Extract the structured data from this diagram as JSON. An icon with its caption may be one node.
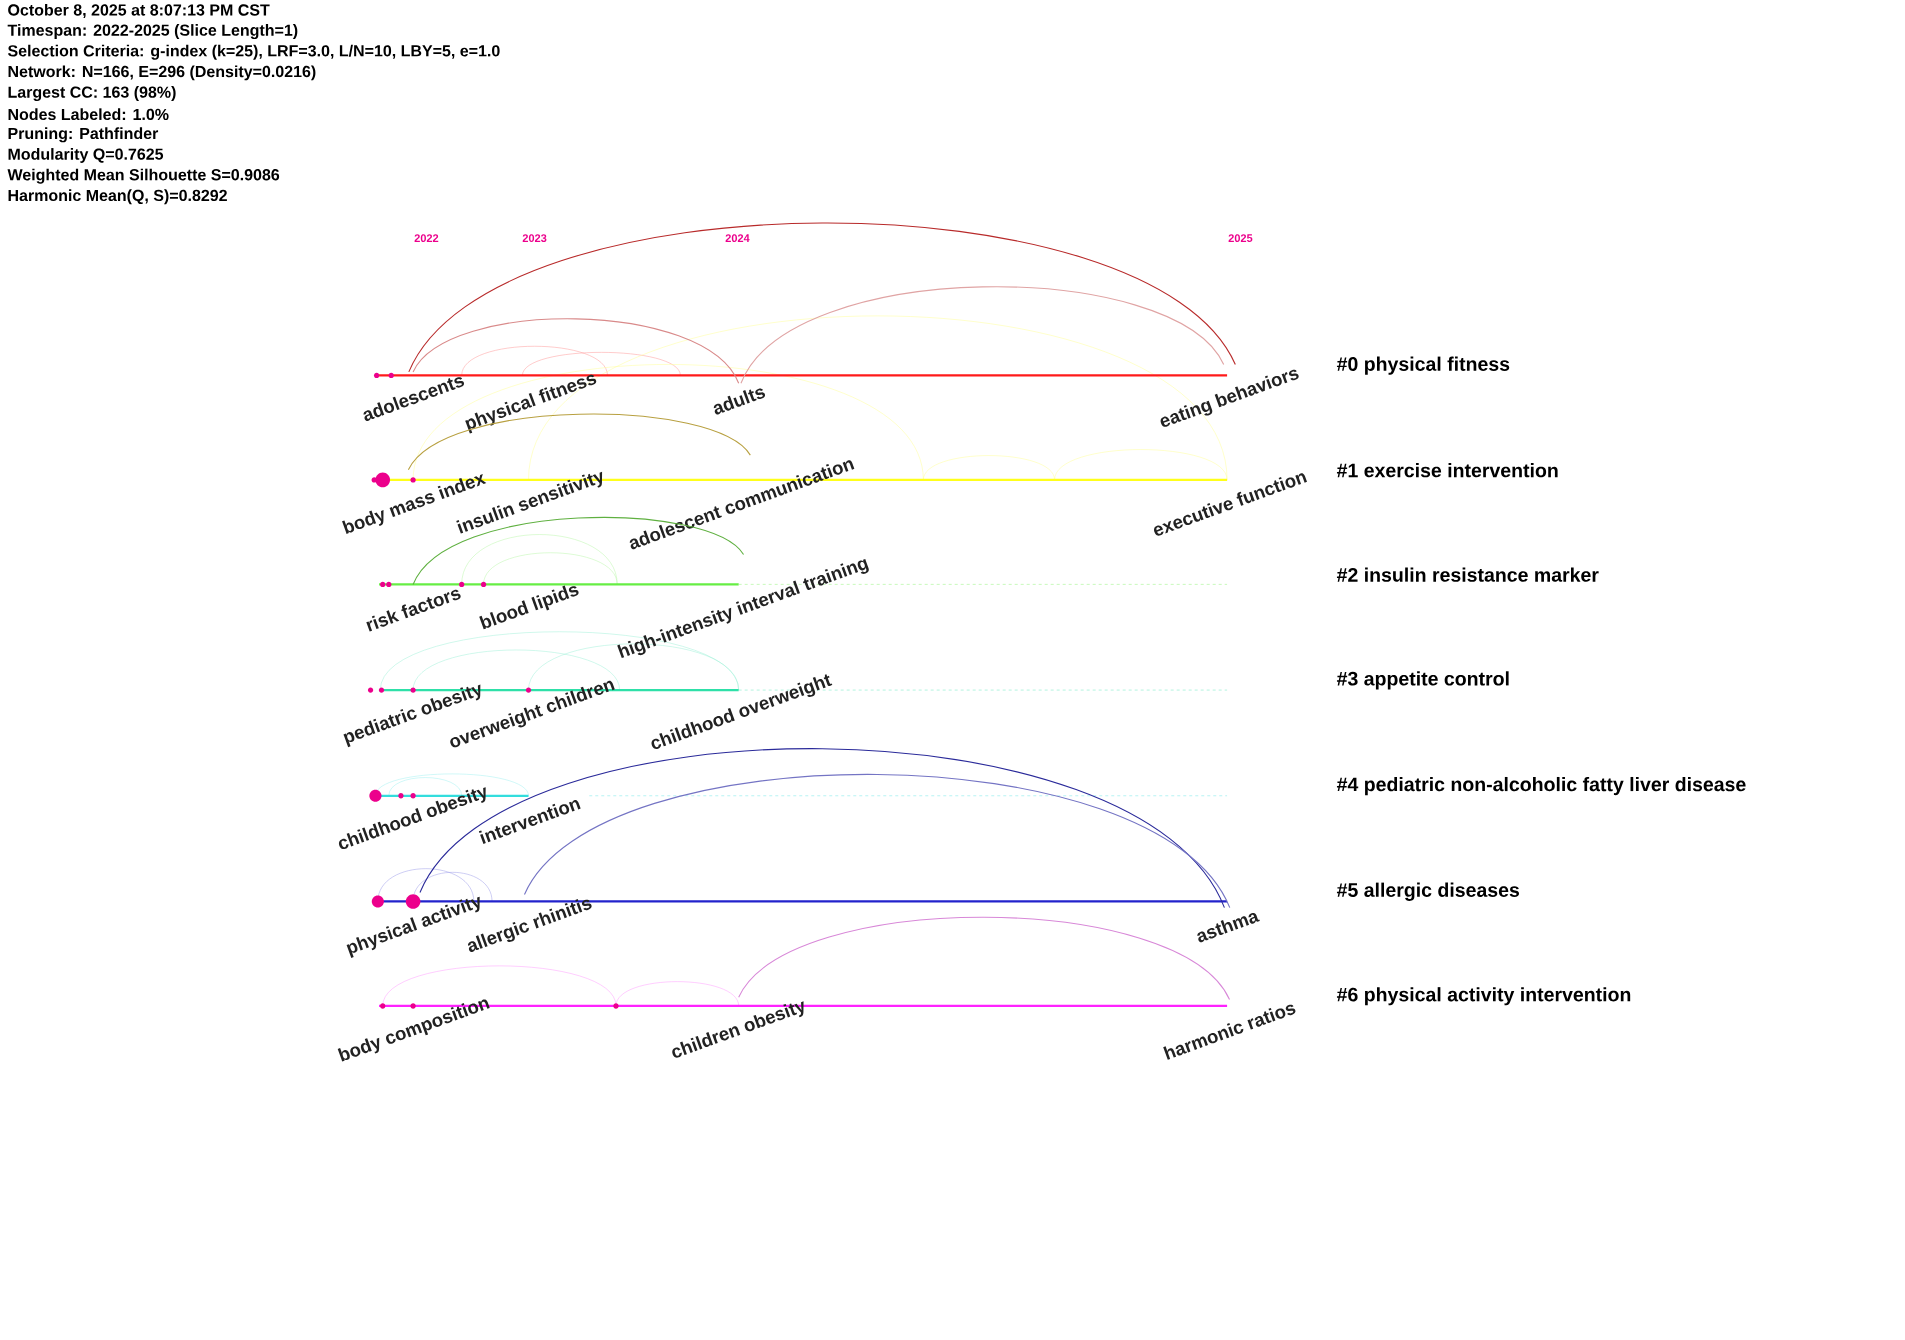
{
  "diagram": {
    "nodes": [
      {
        "text": [
          "adolescents"
        ]
      },
      {
        "text": [
          "physical fitness"
        ]
      },
      {
        "text": [
          "adults"
        ]
      },
      {
        "text": [
          "eating behaviors"
        ]
      },
      {
        "text": [
          "body mass index"
        ]
      },
      {
        "text": [
          "insulin sensitivity"
        ]
      },
      {
        "text": [
          "adolescent communication"
        ]
      },
      {
        "text": [
          "executive function"
        ]
      },
      {
        "text": [
          "risk factors"
        ]
      },
      {
        "text": [
          "blood lipids"
        ]
      },
      {
        "text": [
          "high-intensity interval training"
        ]
      },
      {
        "text": [
          "pediatric obesity"
        ]
      },
      {
        "text": [
          "overweight children"
        ]
      },
      {
        "text": [
          "childhood overweight"
        ]
      },
      {
        "text": [
          "childhood obesity"
        ]
      },
      {
        "text": [
          "intervention"
        ]
      },
      {
        "text": [
          "physical activity"
        ]
      },
      {
        "text": [
          "allergic rhinitis"
        ]
      },
      {
        "text": [
          "asthma"
        ]
      },
      {
        "text": [
          "body composition"
        ]
      },
      {
        "text": [
          "children obesity"
        ]
      },
      {
        "text": [
          "harmonic ratios"
        ]
      }
    ],
    "edges": [
      {
        "from": 0,
        "to": 3,
        "arrow": "none",
        "color": "#b82a2a"
      },
      {
        "from": 0,
        "to": 2,
        "arrow": "none",
        "color": "#d98a8a"
      },
      {
        "from": 2,
        "to": 3,
        "arrow": "none",
        "color": "#e0a4a4"
      },
      {
        "from": 4,
        "to": 6,
        "arrow": "none",
        "color": "#b8a040"
      },
      {
        "from": 8,
        "to": 10,
        "arrow": "none",
        "color": "#5fb040"
      },
      {
        "from": 16,
        "to": 18,
        "arrow": "none",
        "color": "#2a2a9a"
      },
      {
        "from": 17,
        "to": 18,
        "arrow": "none",
        "color": "#7474c4"
      },
      {
        "from": 20,
        "to": 21,
        "arrow": "none",
        "color": "#d888d8"
      }
    ],
    "labels": [
      "October 8, 2025 at 8:07:13 PM CST",
      "Timespan: 2022-2025 (Slice Length=1)",
      "Selection Criteria: g-index (k=25), LRF=3.0, L/N=10, LBY=5, e=1.0",
      "Network: N=166, E=296 (Density=0.0216)",
      "Largest CC: 163 (98%)",
      "Nodes Labeled: 1.0%",
      "Pruning: Pathfinder",
      "Modularity Q=0.7625",
      "Weighted Mean Silhouette S=0.9086",
      "Harmonic Mean(Q, S)=0.8292",
      "2022",
      "2023",
      "2024",
      "2025",
      "#0 physical fitness",
      "#1 exercise intervention",
      "#2 insulin resistance marker",
      "#3 appetite control",
      "#4 pediatric non-alcoholic fatty liver disease",
      "#5 allergic diseases",
      "#6 physical activity intervention"
    ]
  }
}
